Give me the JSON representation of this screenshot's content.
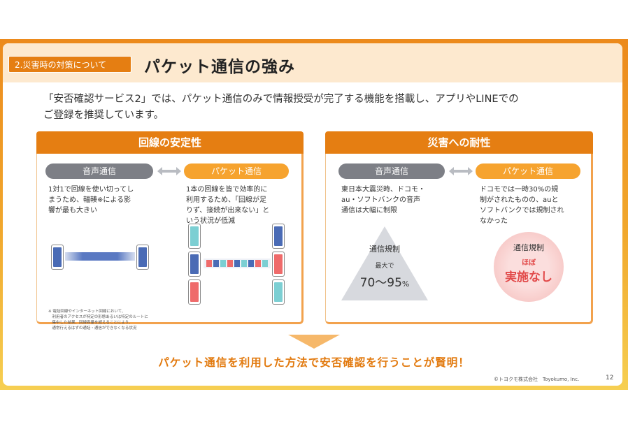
{
  "header": {
    "section_tag": "2.災害時の対策について",
    "title": "パケット通信の強み"
  },
  "intro": {
    "line1": "「安否確認サービス2」では、パケット通信のみで情報授受が完了する機能を搭載し、アプリやLINEでの",
    "line2": "ご登録を推奨しています。"
  },
  "left_panel": {
    "heading": "回線の安定性",
    "voice_label": "音声通信",
    "packet_label": "パケット通信",
    "voice_desc": [
      "1対1で回線を使い切ってし",
      "まうため、輻輳※による影",
      "響が最も大きい"
    ],
    "packet_desc": [
      "1本の回線を皆で効率的に",
      "利用するため、「回線が足",
      "りず、接続が出来ない」と",
      "いう状況が低減"
    ],
    "note": [
      "※ 電話回線やインターネット回線において、",
      "　利用者のアクセスが特定の形態あるいは特定のルートに",
      "　集中した結果、回線容量を超えることにより、",
      "　通常行えるはずの通話・通信ができなくなる状況"
    ],
    "colors": {
      "voice_bar": "#5a79c2",
      "phone_blue": "#4a6bb5",
      "phone_teal": "#7ccfd3",
      "phone_red": "#ef6b6b"
    }
  },
  "right_panel": {
    "heading": "災害への耐性",
    "voice_label": "音声通信",
    "packet_label": "パケット通信",
    "voice_desc": [
      "東日本大震災時、ドコモ・",
      "au・ソフトバンクの音声",
      "通信は大幅に制限"
    ],
    "packet_desc": [
      "ドコモでは一時30%の規",
      "制がされたものの、auと",
      "ソフトバンクでは規制され",
      "なかった"
    ],
    "voice_stat": {
      "label": "通信規制",
      "sub": "最大で",
      "value": "70〜95",
      "unit": "%"
    },
    "packet_stat": {
      "label": "通信規制",
      "sub": "ほぼ",
      "value": "実施なし"
    }
  },
  "conclusion": "パケット通信を利用した方法で安否確認を行うことが賢明！",
  "footer": {
    "copyright": "©トヨクモ株式会社　Toyokumo, Inc.",
    "page_number": "12"
  },
  "colors": {
    "accent": "#e57e12",
    "header_bg": "#fde9cf",
    "pill_gray": "#7d7f86",
    "pill_orange": "#f6a32f"
  }
}
